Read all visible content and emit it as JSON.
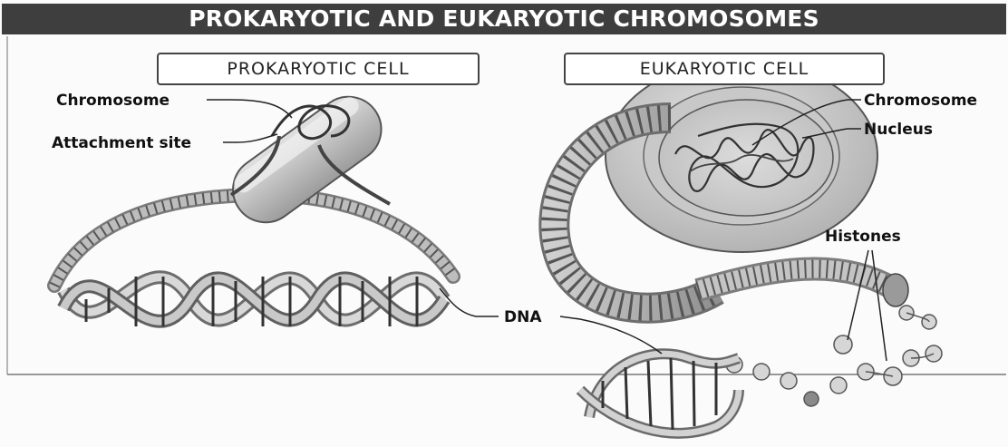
{
  "title": "PROKARYOTIC AND EUKARYOTIC CHROMOSOMES",
  "panels": {
    "prokaryotic": {
      "heading": "PROKARYOTIC CELL",
      "labels": {
        "chromosome": "Chromosome",
        "attachment_site": "Attachment site"
      }
    },
    "eukaryotic": {
      "heading": "EUKARYOTIC CELL",
      "labels": {
        "chromosome": "Chromosome",
        "nucleus": "Nucleus",
        "histones": "Histones"
      }
    }
  },
  "shared_label": "DNA"
}
